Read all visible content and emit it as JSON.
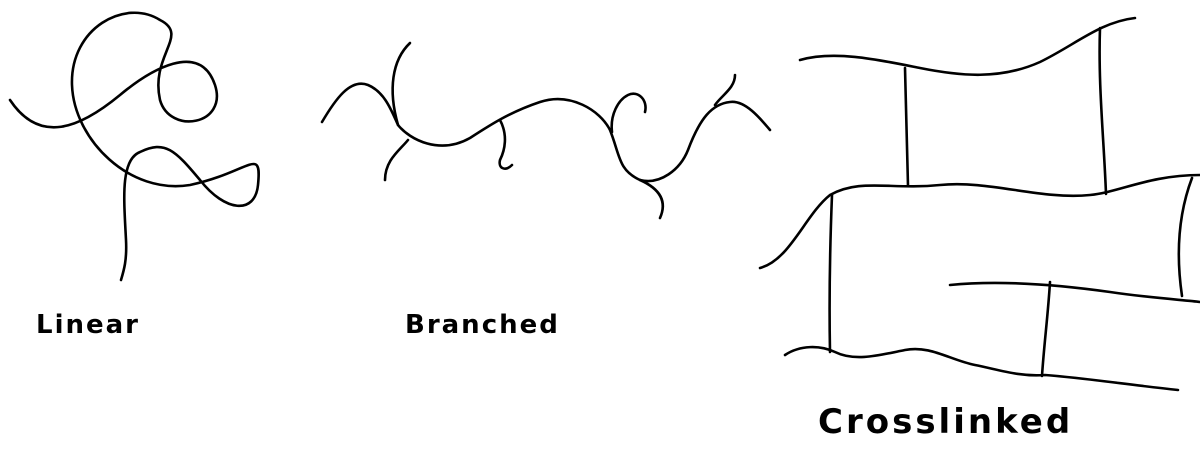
{
  "diagram": {
    "panels": [
      {
        "id": "linear",
        "label": "Linear"
      },
      {
        "id": "branched",
        "label": "Branched"
      },
      {
        "id": "crosslinked",
        "label": "Crosslinked"
      }
    ]
  },
  "colors": {
    "line": "#000000",
    "background": "#ffffff"
  }
}
